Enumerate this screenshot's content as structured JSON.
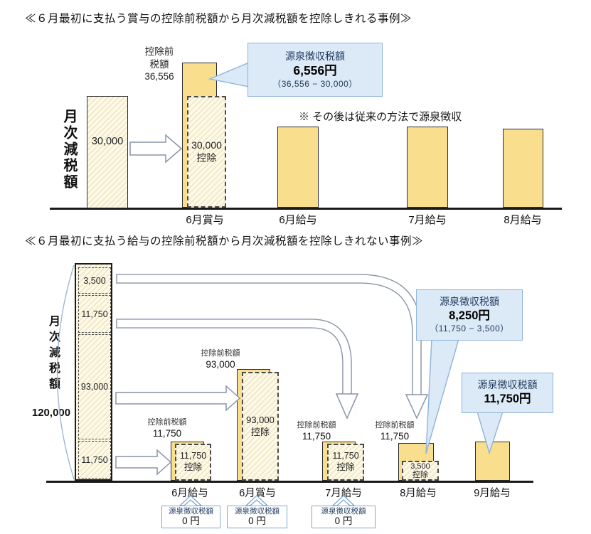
{
  "colors": {
    "bar_yellow": "#F8DE8D",
    "hatch_base": "#FDF9E9",
    "hatch_stripe": "#EFE4BC",
    "callout_fill": "#DCE9F6",
    "callout_border": "#8EB4DB",
    "axis": "#1a1a1a"
  },
  "top": {
    "title": "≪６月最初に支払う賞与の控除前税額から月次減税額を控除しきれる事例≫",
    "y_axis_label": "月次減税額",
    "reduction_value": "30,000",
    "pretax_label": "控除前\n税額\n36,556",
    "deduction_text": "30,000\n控除",
    "callout": {
      "title": "源泉徴収税額",
      "amount": "6,556円",
      "formula": "（36,556 − 30,000）"
    },
    "note": "※ その後は従来の方法で源泉徴収",
    "x_labels": [
      "6月賞与",
      "6月給与",
      "7月給与",
      "8月給与"
    ]
  },
  "bottom": {
    "title": "≪６月最初に支払う給与の控除前税額から月次減税額を控除しきれない事例≫",
    "y_axis_label": "月次減税額",
    "total_value": "120,000",
    "segments": [
      "3,500",
      "11,750",
      "93,000",
      "11,750"
    ],
    "bars": [
      {
        "label": "6月給与",
        "pretax_title": "控除前税額",
        "pretax_value": "11,750",
        "deduction_text": "11,750\n控除"
      },
      {
        "label": "6月賞与",
        "pretax_title": "控除前税額",
        "pretax_value": "93,000",
        "deduction_text": "93,000\n控除"
      },
      {
        "label": "7月給与",
        "pretax_title": "控除前税額",
        "pretax_value": "11,750",
        "deduction_text": "11,750\n控除"
      },
      {
        "label": "8月給与",
        "pretax_title": "控除前税額",
        "pretax_value": "11,750",
        "deduction_text": "3,500\n控除"
      },
      {
        "label": "9月給与"
      }
    ],
    "callout_aug": {
      "title": "源泉徴収税額",
      "amount": "8,250円",
      "formula": "（11,750 − 3,500）"
    },
    "callout_sep": {
      "title": "源泉徴収税額",
      "amount": "11,750円"
    },
    "zero_boxes": [
      {
        "title": "源泉徴収税額",
        "amount": "0 円"
      },
      {
        "title": "源泉徴収税額",
        "amount": "0 円"
      },
      {
        "title": "源泉徴収税額",
        "amount": "0 円"
      }
    ]
  },
  "chart_data": [
    {
      "type": "bar",
      "title": "６月最初に支払う賞与の控除前税額から月次減税額を控除しきれる事例",
      "monthly_reduction": 30000,
      "categories": [
        "6月賞与",
        "6月給与",
        "7月給与",
        "8月給与"
      ],
      "bars": [
        {
          "label": "6月賞与",
          "pre_deduction_tax": 36556,
          "deducted": 30000,
          "withheld": 6556
        },
        {
          "label": "6月給与",
          "note": "従来の方法で源泉徴収"
        },
        {
          "label": "7月給与",
          "note": "従来の方法で源泉徴収"
        },
        {
          "label": "8月給与",
          "note": "従来の方法で源泉徴収"
        }
      ],
      "legend_position": "none",
      "grid": false
    },
    {
      "type": "bar",
      "title": "６月最初に支払う給与の控除前税額から月次減税額を控除しきれない事例",
      "monthly_reduction_total": 120000,
      "reduction_segments_top_to_bottom": [
        3500,
        11750,
        93000,
        11750
      ],
      "categories": [
        "6月給与",
        "6月賞与",
        "7月給与",
        "8月給与",
        "9月給与"
      ],
      "bars": [
        {
          "label": "6月給与",
          "pre_deduction_tax": 11750,
          "deducted": 11750,
          "withheld": 0
        },
        {
          "label": "6月賞与",
          "pre_deduction_tax": 93000,
          "deducted": 93000,
          "withheld": 0
        },
        {
          "label": "7月給与",
          "pre_deduction_tax": 11750,
          "deducted": 11750,
          "withheld": 0
        },
        {
          "label": "8月給与",
          "pre_deduction_tax": 11750,
          "deducted": 3500,
          "withheld": 8250
        },
        {
          "label": "9月給与",
          "withheld": 11750
        }
      ],
      "legend_position": "none",
      "grid": false
    }
  ]
}
